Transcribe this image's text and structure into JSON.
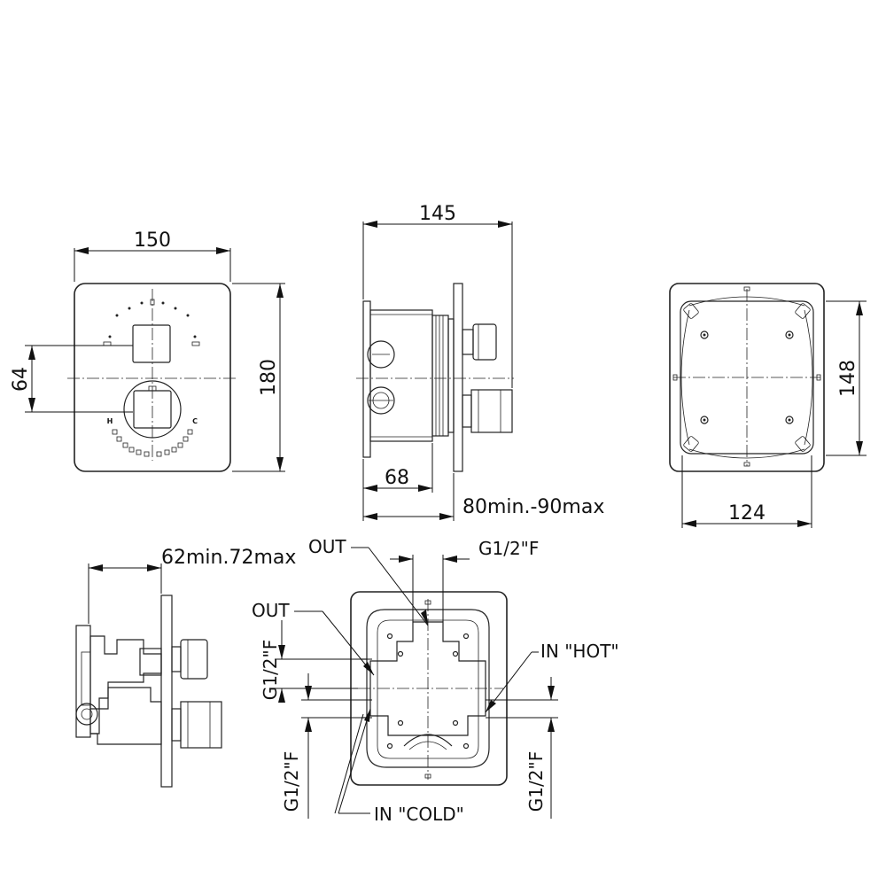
{
  "front_view": {
    "width_dim": "150",
    "height_dim": "180",
    "offset_dim": "64",
    "hot_mark": "H",
    "cold_mark": "C"
  },
  "side_view": {
    "depth_dim": "145",
    "box_dim": "68",
    "range_dim": "80min.-90max"
  },
  "back_view": {
    "width_dim": "124",
    "height_dim": "148"
  },
  "valve_view": {
    "range_dim": "62min.72max"
  },
  "connection_view": {
    "out_top_label": "OUT",
    "out_left_label": "OUT",
    "thread_top_label": "G1/2\"F",
    "thread_left_label": "G1/2\"F",
    "thread_bottom_left_label": "G1/2\"F",
    "thread_bottom_right_label": "G1/2\"F",
    "in_hot_label": "IN \"HOT\"",
    "in_cold_label": "IN \"COLD\""
  }
}
